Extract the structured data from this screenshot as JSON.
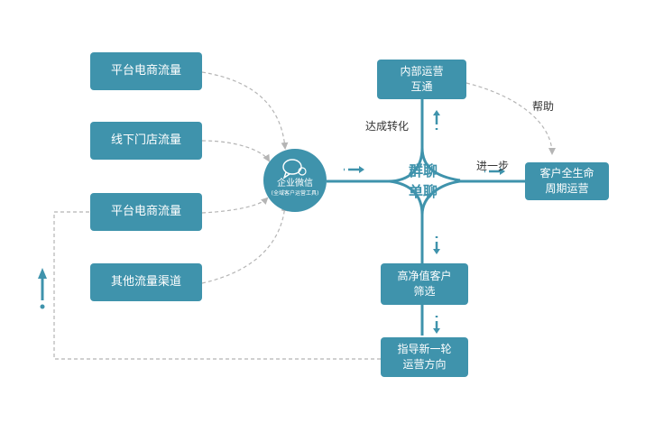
{
  "sources": {
    "s1": "平台电商流量",
    "s2": "线下门店流量",
    "s3": "平台电商流量",
    "s4": "其他流量渠道"
  },
  "hub": {
    "title": "企业微信",
    "subtitle": "(全域客户运营工具)"
  },
  "center": {
    "line1": "群聊",
    "line2": "单聊"
  },
  "nodes": {
    "internal": [
      "内部运营",
      "互通"
    ],
    "lifecycle": [
      "客户全生命",
      "周期运营"
    ],
    "highvalue": [
      "高净值客户",
      "筛选"
    ],
    "guide": [
      "指导新一轮",
      "运营方向"
    ]
  },
  "labels": {
    "conversion": "达成转化",
    "help": "帮助",
    "further": "进一步"
  },
  "colors": {
    "primary": "#3f93ac",
    "dashed": "#b5b5b5",
    "text": "#333333"
  }
}
